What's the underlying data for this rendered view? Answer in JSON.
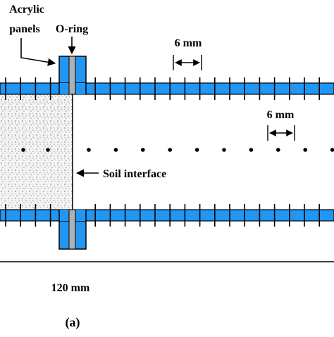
{
  "labels": {
    "acrylic_line1": "Acrylic",
    "acrylic_line2": "panels",
    "oring": "O-ring",
    "spacing_top": "6 mm",
    "spacing_mid": "6 mm",
    "soil_interface": "Soil interface",
    "length": "120 mm",
    "panel": "(a)"
  },
  "colors": {
    "pipe_blue": "#2196f3",
    "oring_gray": "#b0b0b0",
    "outline": "#000000",
    "soil_fill": "#f2f2f2"
  },
  "counts": {
    "ticks_per_wall": 22,
    "sensor_dots_soil": 2,
    "sensor_dots_free": 10
  }
}
